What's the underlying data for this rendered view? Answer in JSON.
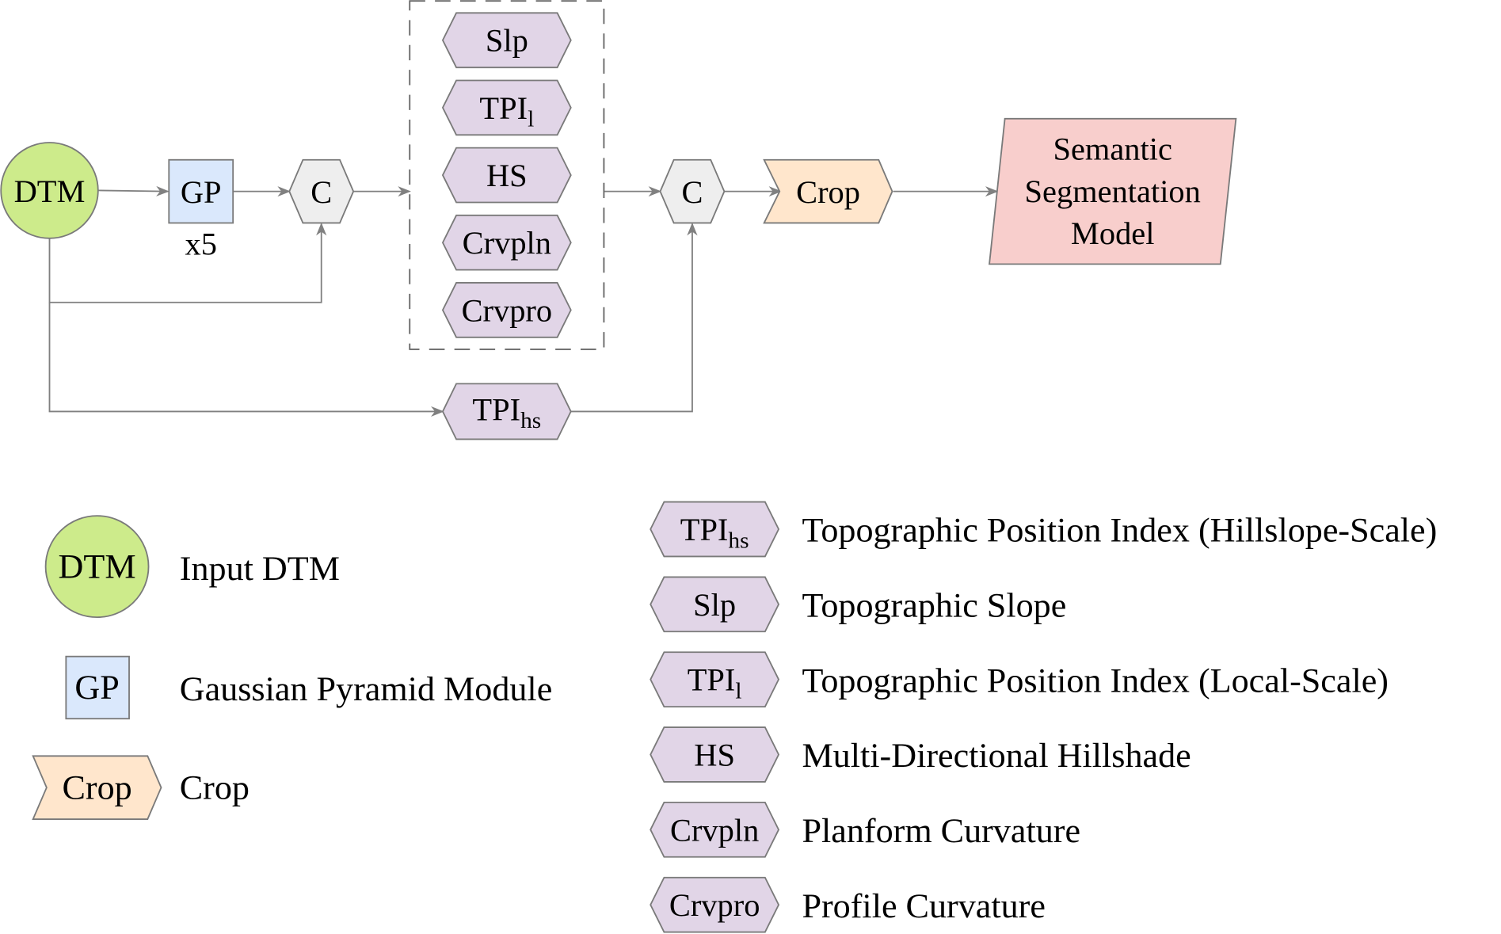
{
  "colors": {
    "dtm_fill": "#cdeb8b",
    "gp_fill": "#dae8fc",
    "concat_fill": "#eeeeee",
    "feature_fill": "#e1d5e7",
    "crop_fill": "#ffe6cc",
    "model_fill": "#f8cecc",
    "edge": "#808080"
  },
  "pipeline": {
    "input": "DTM",
    "gp": "GP",
    "gp_repeat": "x5",
    "concat1": "C",
    "concat2": "C",
    "features": [
      {
        "base": "Slp",
        "sub": ""
      },
      {
        "base": "TPI",
        "sub": "l"
      },
      {
        "base": "HS",
        "sub": ""
      },
      {
        "base": "Crvpln",
        "sub": ""
      },
      {
        "base": "Crvpro",
        "sub": ""
      }
    ],
    "tpi_hs": {
      "base": "TPI",
      "sub": "hs"
    },
    "crop": "Crop",
    "model_lines": [
      "Semantic",
      "Segmentation",
      "Model"
    ]
  },
  "legend_left": [
    {
      "symbol": "DTM",
      "label": "Input DTM"
    },
    {
      "symbol": "GP",
      "label": "Gaussian Pyramid Module"
    },
    {
      "symbol": "Crop",
      "label": "Crop"
    }
  ],
  "legend_right": [
    {
      "base": "TPI",
      "sub": "hs",
      "label": "Topographic Position Index (Hillslope-Scale)"
    },
    {
      "base": "Slp",
      "sub": "",
      "label": "Topographic Slope"
    },
    {
      "base": "TPI",
      "sub": "l",
      "label": "Topographic Position Index (Local-Scale)"
    },
    {
      "base": "HS",
      "sub": "",
      "label": "Multi-Directional Hillshade"
    },
    {
      "base": "Crvpln",
      "sub": "",
      "label": "Planform Curvature"
    },
    {
      "base": "Crvpro",
      "sub": "",
      "label": "Profile Curvature"
    }
  ]
}
